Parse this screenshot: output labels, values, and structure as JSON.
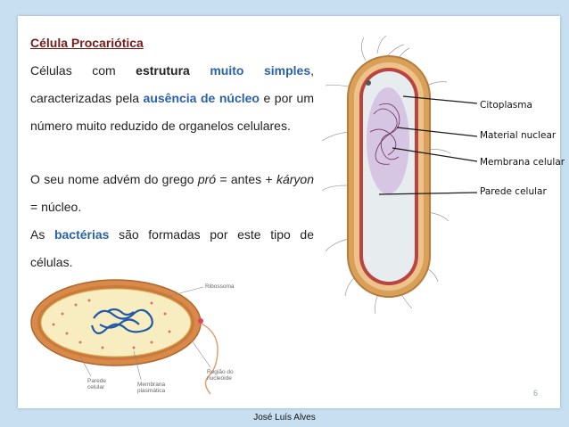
{
  "slide": {
    "title": "Célula Procariótica",
    "p1": {
      "t1": "Células com ",
      "k1": "estrutura",
      "t2": " ",
      "k2": "muito simples",
      "t3": ", caracterizadas pela ",
      "k3": "ausência de núcleo",
      "t4": " e por um número muito reduzido de organelos celulares."
    },
    "p2": {
      "t1": "O seu nome advém do grego ",
      "i1": "pró",
      "t2": " = antes + ",
      "i2": "káryon",
      "t3": " = núcleo."
    },
    "p3": {
      "t1": "As ",
      "k1": "bactérias",
      "t2": " são formadas por este tipo de células."
    },
    "page_number": "6",
    "footer": "José Luís Alves"
  },
  "figure_right": {
    "labels": [
      "Citoplasma",
      "Material nuclear",
      "Membrana celular",
      "Parede celular"
    ]
  },
  "figure_left": {
    "ribosome": "Ribossoma",
    "wall_l1": "Parede",
    "wall_l2": "celular",
    "membrane_l1": "Membrana",
    "membrane_l2": "plasmática",
    "nucleoid_l1": "Região do",
    "nucleoid_l2": "nucleóide"
  },
  "colors": {
    "title": "#7a1a1a",
    "keyword_blue": "#2a62a8",
    "frame": "#c7dff0"
  }
}
